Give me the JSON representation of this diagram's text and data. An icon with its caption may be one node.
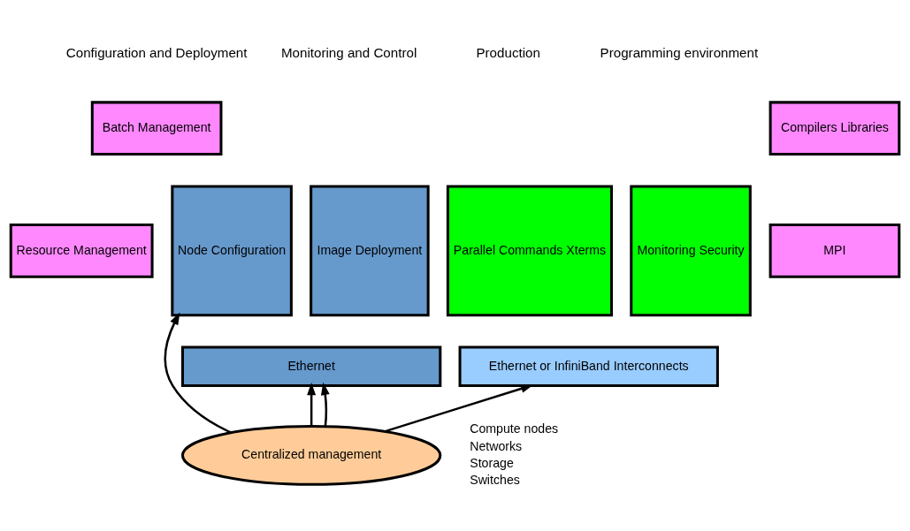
{
  "diagram": {
    "nodes": [
      {
        "text": [
          "Node Configuration"
        ]
      },
      {
        "text": [
          "Image Deployment"
        ]
      },
      {
        "text": [
          "Parallel Commands Xterms"
        ]
      },
      {
        "text": [
          "Monitoring Security"
        ]
      },
      {
        "text": [
          "Batch Management"
        ]
      },
      {
        "text": [
          "Compilers Libraries"
        ]
      },
      {
        "text": [
          "Resource Management"
        ]
      },
      {
        "text": [
          "MPI"
        ]
      },
      {
        "text": [
          "Ethernet"
        ]
      },
      {
        "text": [
          "Ethernet or InfiniBand Interconnects"
        ]
      },
      {
        "text": [
          "Centralized management"
        ]
      }
    ],
    "edges": [
      {
        "from": 10,
        "to": 0,
        "arrow": "to"
      },
      {
        "from": 10,
        "to": 8,
        "arrow": "to"
      },
      {
        "from": 10,
        "to": 8,
        "arrow": "to"
      },
      {
        "from": 10,
        "to": 9,
        "arrow": "to"
      }
    ],
    "labels": [
      "Configuration and Deployment",
      "Monitoring and Control",
      "Production",
      "Programming environment",
      "Compute nodes",
      "Networks",
      "Storage",
      "Switches"
    ]
  }
}
